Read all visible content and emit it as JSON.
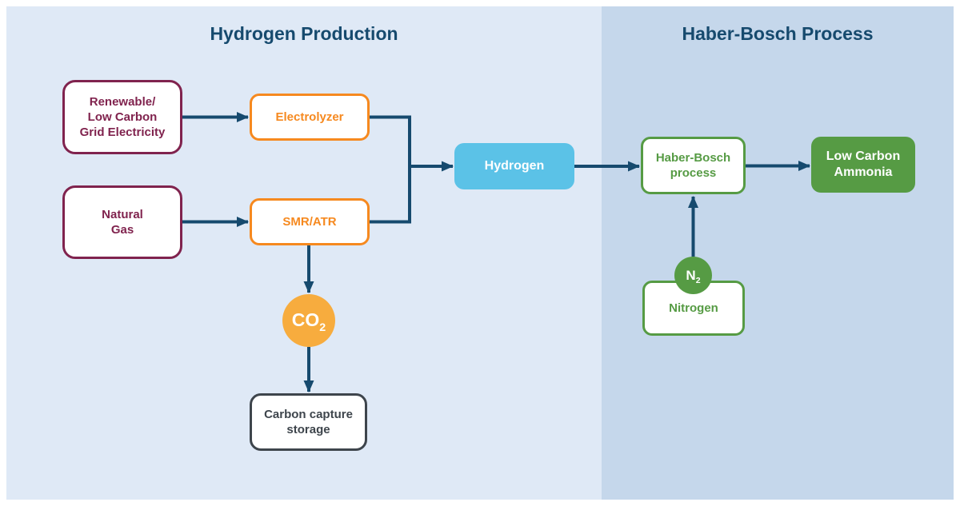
{
  "colors": {
    "page_bg": "#ffffff",
    "panel_left_bg": "#dfe9f6",
    "panel_right_bg": "#c5d7eb",
    "navy": "#164a6e",
    "maroon": "#80234e",
    "orange": "#f6891f",
    "amber": "#f7ac3e",
    "sky_blue": "#5bc2e7",
    "green": "#569b44",
    "charcoal": "#3e454c",
    "white": "#ffffff"
  },
  "sections": {
    "left": {
      "title": "Hydrogen Production"
    },
    "right": {
      "title": "Haber-Bosch Process"
    }
  },
  "nodes": {
    "renewable": {
      "label": "Renewable/\nLow Carbon\nGrid Electricity"
    },
    "natural_gas": {
      "label": "Natural\nGas"
    },
    "electrolyzer": {
      "label": "Electrolyzer"
    },
    "smr_atr": {
      "label": "SMR/ATR"
    },
    "hydrogen": {
      "label": "Hydrogen"
    },
    "co2": {
      "text": "CO",
      "sub": "2"
    },
    "carbon_capture": {
      "label": "Carbon capture\nstorage"
    },
    "haber_bosch": {
      "label": "Haber-Bosch\nprocess"
    },
    "ammonia": {
      "label": "Low Carbon\nAmmonia"
    },
    "n2": {
      "text": "N",
      "sub": "2"
    },
    "nitrogen": {
      "label": "Nitrogen"
    }
  }
}
